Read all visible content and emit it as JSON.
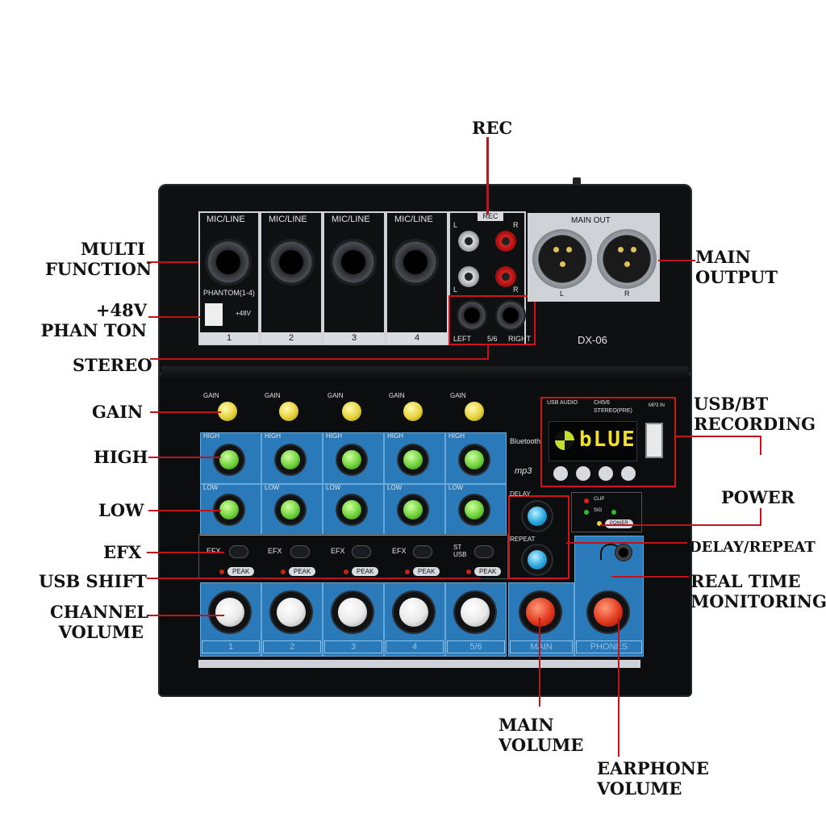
{
  "callouts": {
    "rec": "REC",
    "multi_function": "MULTI\nFUNCTION",
    "phantom": "+48V\nPHAN TON",
    "stereo": "STEREO",
    "gain": "GAIN",
    "high": "HIGH",
    "low": "LOW",
    "efx": "EFX",
    "usb_shift": "USB SHIFT",
    "channel_volume": "CHANNEL\nVOLUME",
    "main_output": "MAIN\nOUTPUT",
    "usb_bt_recording": "USB/BT\nRECORDING",
    "power": "POWER",
    "delay_repeat": "DELAY/REPEAT",
    "real_time_monitoring": "REAL TIME\nMONITORING",
    "main_volume": "MAIN\nVOLUME",
    "earphone_volume": "EARPHONE\nVOLUME"
  },
  "mixer": {
    "model": "DX-06",
    "mic_line": "MIC/LINE",
    "channels": [
      "1",
      "2",
      "3",
      "4"
    ],
    "phantom_label": "PHANTOM(1-4)",
    "phantom_switch": "+48V",
    "rec_label": "REC",
    "rca_l": "L",
    "rca_r": "R",
    "stereo_left": "LEFT",
    "stereo_num": "5/6",
    "stereo_right": "RIGHT",
    "main_out": "MAIN OUT",
    "xlr_l": "L",
    "xlr_r": "R",
    "gain_label": "GAIN",
    "high_label": "HIGH",
    "low_label": "LOW",
    "efx_label": "EFX",
    "st_usb": "ST\nUSB",
    "peak_label": "PEAK",
    "strip_labels": [
      "1",
      "2",
      "3",
      "4",
      "5/6",
      "MAIN",
      "PHONES"
    ],
    "usb_audio": "USB AUDIO",
    "ch56": "CH5/6",
    "stereo_pre": "STEREO(PRE)",
    "mp3_in": "MP3 IN",
    "bluetooth": "Bluetooth",
    "mp3": "mp3",
    "display_text": "bLUE",
    "delay": "DELAY",
    "repeat": "REPEAT",
    "clip": "CLIP",
    "sig": "SIG",
    "power_led": "POWER"
  },
  "colors": {
    "callout_line": "#c0141c",
    "panel_blue": "#2a79b8",
    "lcd": "#f0e02a"
  }
}
